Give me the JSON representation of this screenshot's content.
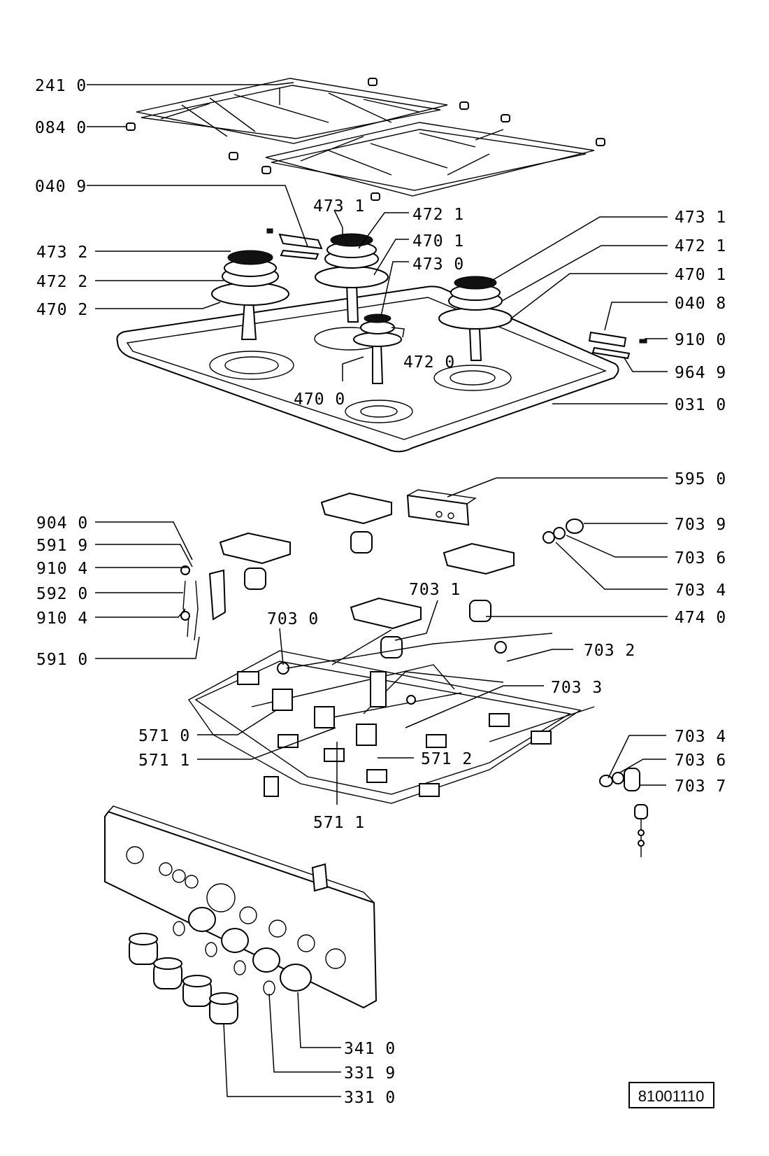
{
  "labels": {
    "grid_241": "241 0",
    "foot_084": "084 0",
    "clip_0409": "040 9",
    "cap_473_2": "473 2",
    "ring_472_2": "472 2",
    "base_470_2": "470 2",
    "cap_473_1_mid": "473 1",
    "ring_472_1_mid": "472 1",
    "base_470_1_mid": "470 1",
    "cap_473_0": "473 0",
    "ring_472_0": "472 0",
    "base_470_0": "470 0",
    "cap_473_1_r": "473 1",
    "ring_472_1_r": "472 1",
    "base_470_1_r": "470 1",
    "clip_0408": "040 8",
    "screw_910_0": "910 0",
    "plate_964_9": "964 9",
    "hob_031_0": "031 0",
    "ign_595_0": "595 0",
    "n904_0": "904 0",
    "n591_9": "591 9",
    "n910_4a": "910 4",
    "n592_0": "592 0",
    "n910_4b": "910 4",
    "n591_0": "591 0",
    "n703_9": "703 9",
    "n703_6a": "703 6",
    "n703_4a": "703 4",
    "n474_0": "474 0",
    "n703_1": "703 1",
    "n703_0": "703 0",
    "n703_2": "703 2",
    "n703_3": "703 3",
    "n571_0": "571 0",
    "n571_1a": "571 1",
    "n571_2": "571 2",
    "n571_1b": "571 1",
    "n703_4b": "703 4",
    "n703_6b": "703 6",
    "n703_7": "703 7",
    "n341_0": "341 0",
    "n331_9": "331 9",
    "n331_0": "331 0",
    "drawing_number": "81001110"
  }
}
